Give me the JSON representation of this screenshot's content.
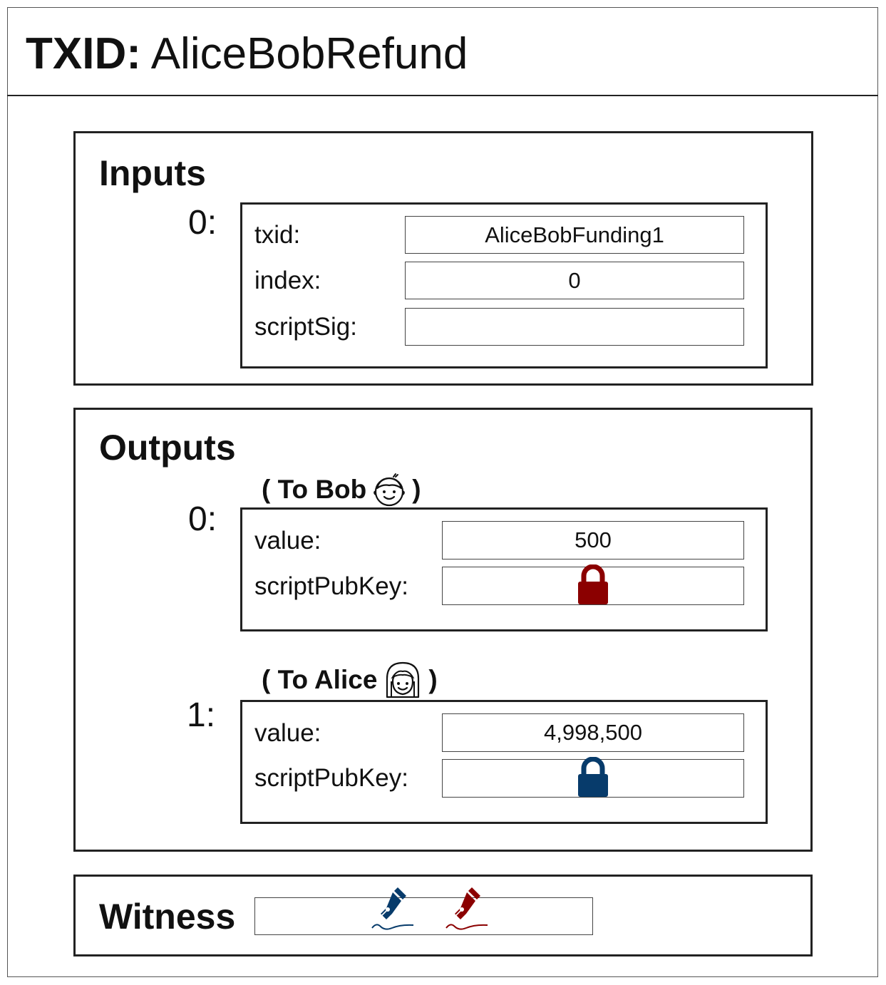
{
  "title": {
    "label": "TXID:",
    "value": "AliceBobRefund"
  },
  "inputs": {
    "heading": "Inputs",
    "items": [
      {
        "index": "0:",
        "fields": [
          {
            "label": "txid:",
            "value": "AliceBobFunding1"
          },
          {
            "label": "index:",
            "value": "0"
          },
          {
            "label": "scriptSig:",
            "value": ""
          }
        ]
      }
    ]
  },
  "outputs": {
    "heading": "Outputs",
    "items": [
      {
        "index": "0:",
        "caption_open": "( To Bob",
        "caption_close": ")",
        "avatar_icon": "bob-face-icon",
        "value_label": "value:",
        "value": "500",
        "script_label": "scriptPubKey:",
        "lock_icon": "padlock-icon",
        "lock_color": "#8b0000"
      },
      {
        "index": "1:",
        "caption_open": "( To Alice",
        "caption_close": ")",
        "avatar_icon": "alice-face-icon",
        "value_label": "value:",
        "value": "4,998,500",
        "script_label": "scriptPubKey:",
        "lock_icon": "padlock-icon",
        "lock_color": "#073b6b"
      }
    ]
  },
  "witness": {
    "heading": "Witness",
    "signatures": [
      {
        "icon": "fountain-pen-signature-icon",
        "color": "#073b6b"
      },
      {
        "icon": "fountain-pen-signature-icon",
        "color": "#8b0000"
      }
    ]
  }
}
